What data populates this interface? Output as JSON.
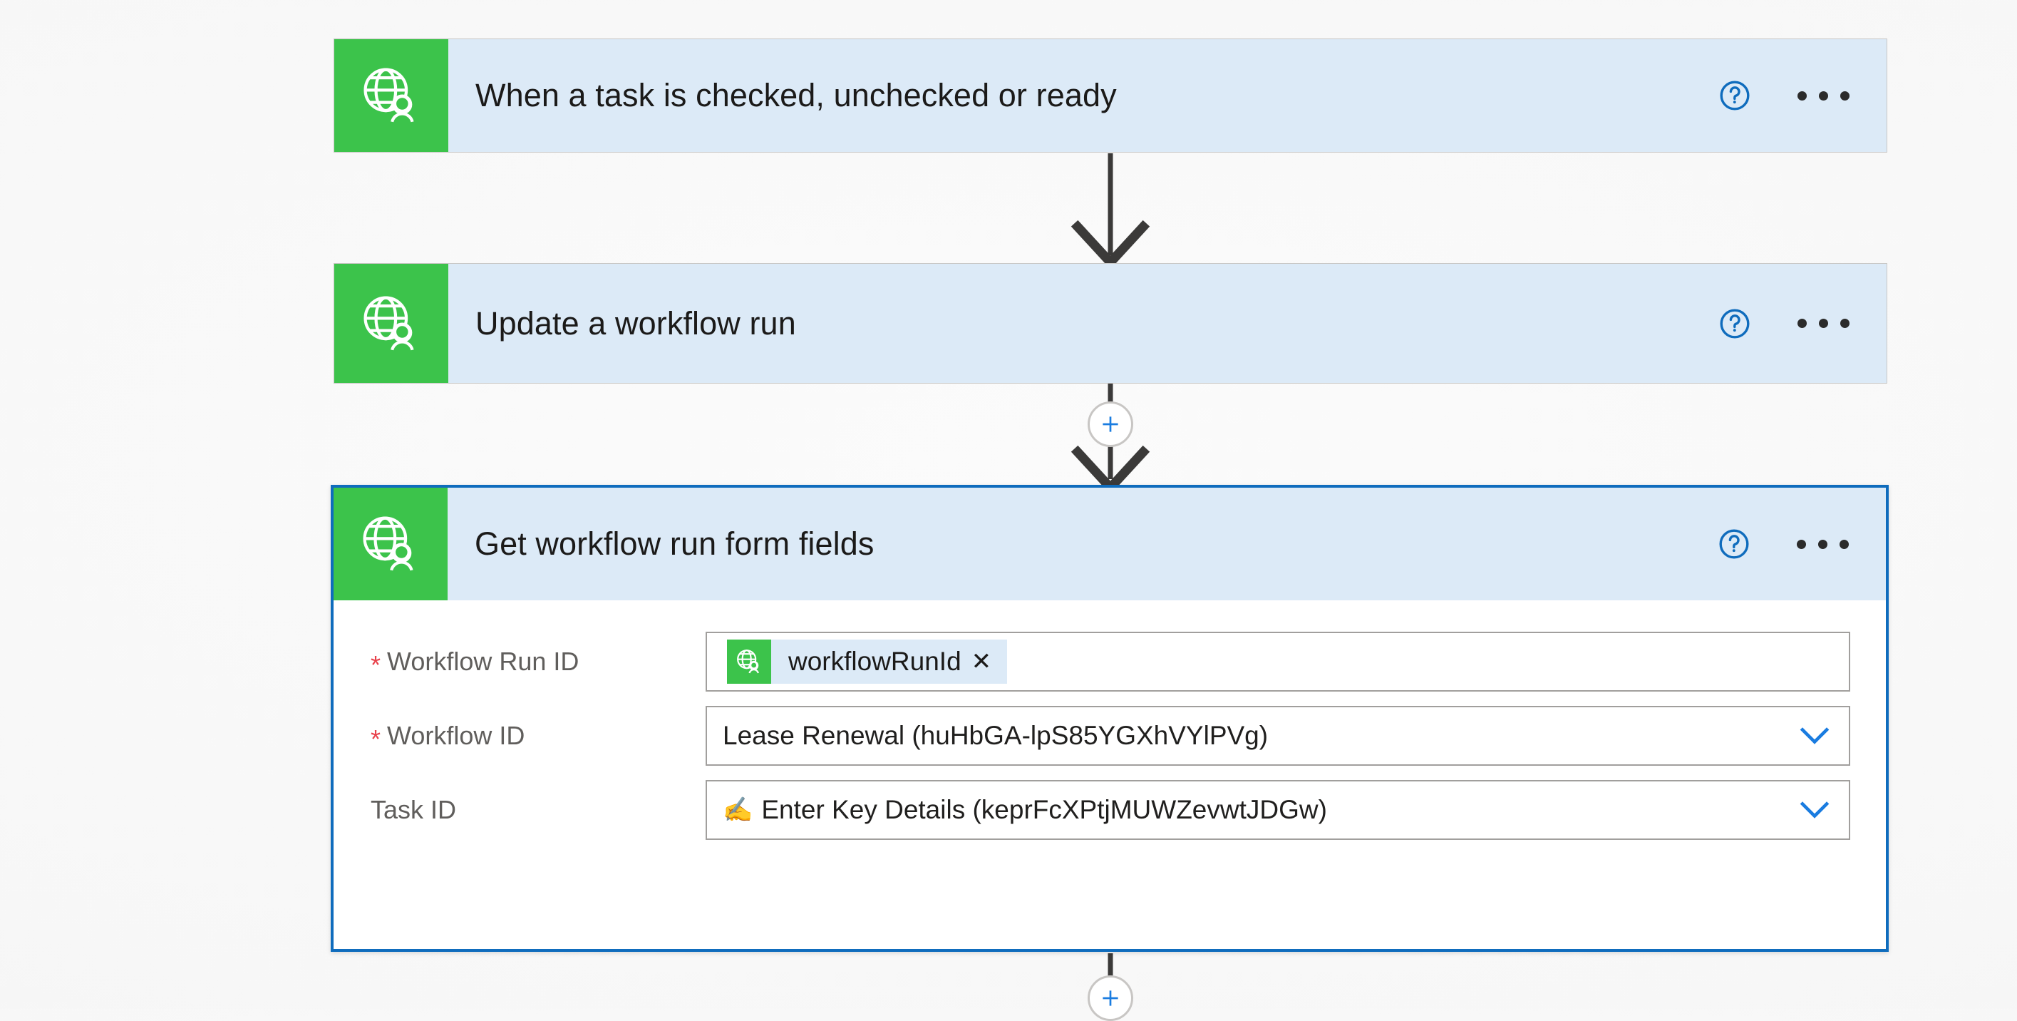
{
  "theme": {
    "accent_blue": "#0f6cbd",
    "connector_blue": "#0f6cbd",
    "card_header_blue": "#dceaf7",
    "icon_green": "#3cc34b",
    "required_red": "#e8404a",
    "arrow_gray": "#3b3a39",
    "border_gray": "#a19f9d",
    "canvas_gray": "#f7f7f7"
  },
  "flow": {
    "steps": [
      {
        "id": "trigger",
        "title": "When a task is checked, unchecked or ready",
        "icon": "globe-person-icon",
        "selected": false,
        "help_label": "?",
        "menu_label": "..."
      },
      {
        "id": "update-run",
        "title": "Update a workflow run",
        "icon": "globe-person-icon",
        "selected": false,
        "help_label": "?",
        "menu_label": "..."
      },
      {
        "id": "get-form-fields",
        "title": "Get workflow run form fields",
        "icon": "globe-person-icon",
        "selected": true,
        "help_label": "?",
        "menu_label": "...",
        "fields": [
          {
            "name": "workflow-run-id",
            "label": "Workflow Run ID",
            "required": true,
            "required_marker": "*",
            "control": "token",
            "token": {
              "icon": "globe-person-icon",
              "text": "workflowRunId",
              "close": "✕"
            }
          },
          {
            "name": "workflow-id",
            "label": "Workflow ID",
            "required": true,
            "required_marker": "*",
            "control": "dropdown",
            "value": "Lease Renewal (huHbGA-lpS85YGXhVYlPVg)"
          },
          {
            "name": "task-id",
            "label": "Task ID",
            "required": false,
            "required_marker": "",
            "control": "dropdown",
            "emoji": "✍",
            "value": "Enter Key Details (keprFcXPtjMUWZevwtJDGw)"
          }
        ]
      }
    ],
    "insert_buttons": [
      {
        "name": "insert-step-after-update-run",
        "label": "+"
      },
      {
        "name": "insert-step-after-get-form-fields",
        "label": "+"
      }
    ]
  }
}
